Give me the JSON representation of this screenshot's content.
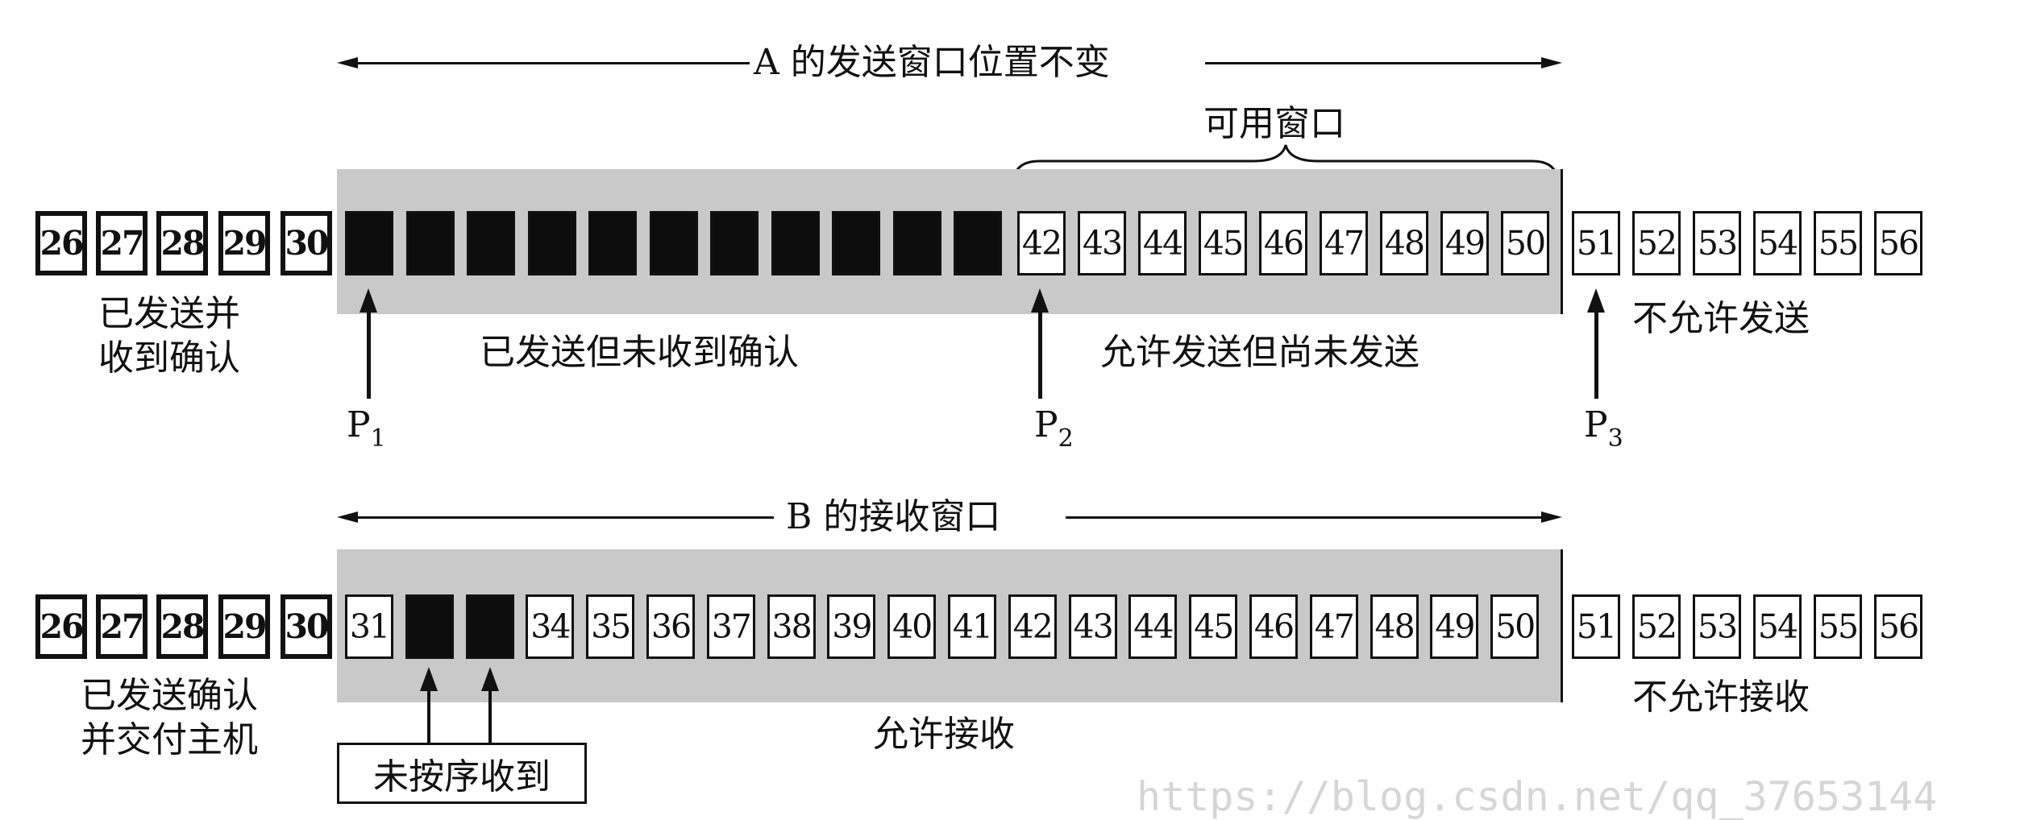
{
  "sender": {
    "window_title": "A 的发送窗口位置不变",
    "usable_window_label": "可用窗口",
    "cells_left_bold": [
      "26",
      "27",
      "28",
      "29",
      "30"
    ],
    "cells_filled_count": 11,
    "cells_in_window": [
      "42",
      "43",
      "44",
      "45",
      "46",
      "47",
      "48",
      "49",
      "50"
    ],
    "cells_right": [
      "51",
      "52",
      "53",
      "54",
      "55",
      "56"
    ],
    "label_acked": [
      "已发送并",
      "收到确认"
    ],
    "label_sent_unacked": "已发送但未收到确认",
    "label_allowed": "允许发送但尚未发送",
    "label_not_allowed": "不允许发送",
    "pointers": [
      {
        "letter": "P",
        "sub": "1"
      },
      {
        "letter": "P",
        "sub": "2"
      },
      {
        "letter": "P",
        "sub": "3"
      }
    ]
  },
  "receiver": {
    "window_title": "B 的接收窗口",
    "cells_left_bold": [
      "26",
      "27",
      "28",
      "29",
      "30"
    ],
    "cells_window": [
      "31",
      "",
      "",
      "34",
      "35",
      "36",
      "37",
      "38",
      "39",
      "40",
      "41",
      "42",
      "43",
      "44",
      "45",
      "46",
      "47",
      "48",
      "49",
      "50"
    ],
    "cells_window_filled": [
      false,
      true,
      true,
      false,
      false,
      false,
      false,
      false,
      false,
      false,
      false,
      false,
      false,
      false,
      false,
      false,
      false,
      false,
      false,
      false
    ],
    "cells_right": [
      "51",
      "52",
      "53",
      "54",
      "55",
      "56"
    ],
    "label_delivered": [
      "已发送确认",
      "并交付主机"
    ],
    "label_allowed": "允许接收",
    "label_not_allowed": "不允许接收",
    "out_of_order_label": "未按序收到"
  },
  "watermark": "https://blog.csdn.net/qq_37653144"
}
